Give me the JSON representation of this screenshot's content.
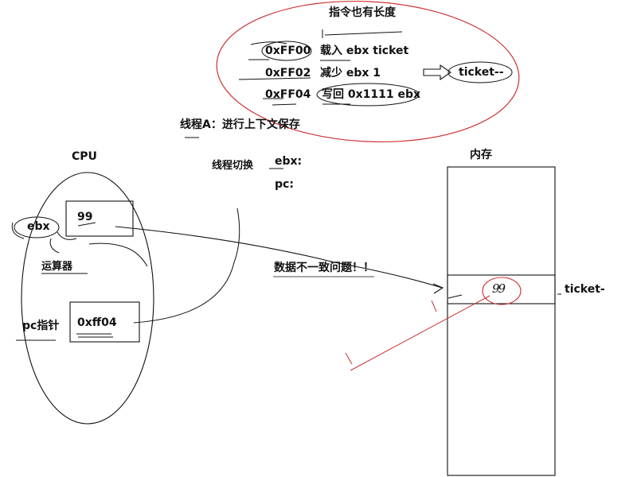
{
  "instructions": {
    "header": "指令也有长度",
    "rows": [
      {
        "address": "0xFF00",
        "instruction": "载入 ebx ticket"
      },
      {
        "address": "0xFF02",
        "instruction": "减少  ebx  1"
      },
      {
        "address": "0xFF04",
        "instruction": "写回  0x1111 ebx"
      }
    ],
    "result": "ticket--"
  },
  "thread": {
    "context_save": "线程A：进行上下文保存",
    "switch_label": "线程切换",
    "saved_registers": [
      "ebx:",
      "pc:"
    ]
  },
  "cpu": {
    "title": "CPU",
    "ebx_label": "ebx",
    "ebx_value": "99",
    "alu_label": "运算器",
    "pc_label": "pc指针",
    "pc_value": "0xff04"
  },
  "memory": {
    "title": "内存",
    "cell_value": "99",
    "cell_label": "ticket-"
  },
  "warning": "数据不一致问题！！",
  "colors": {
    "ink": "#111111",
    "pen_red": "#cc3333"
  }
}
